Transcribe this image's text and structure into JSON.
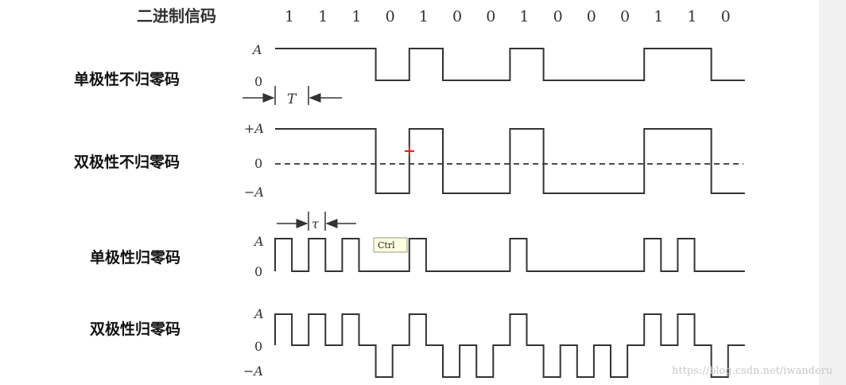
{
  "header": {
    "label": "二进制信码",
    "bits": [
      "1",
      "1",
      "1",
      "0",
      "1",
      "0",
      "0",
      "1",
      "0",
      "0",
      "0",
      "1",
      "1",
      "0"
    ]
  },
  "rows": [
    {
      "title": "单极性不归零码",
      "levels": [
        "A",
        "0"
      ]
    },
    {
      "title": "双极性不归零码",
      "levels": [
        "+A",
        "0",
        "−A"
      ]
    },
    {
      "title": "单极性归零码",
      "levels": [
        "A",
        "0"
      ]
    },
    {
      "title": "双极性归零码",
      "levels": [
        "A",
        "0",
        "−A"
      ]
    }
  ],
  "period_labels": {
    "nrz": "T",
    "rz": "τ"
  },
  "overlay": {
    "ctrl_tooltip": "Ctrl",
    "watermark": "https://blog.csdn.net/iwanderu"
  },
  "colors": {
    "line": "#333333",
    "marker": "#e0202a",
    "tooltip_bg": "#ffffe1"
  }
}
